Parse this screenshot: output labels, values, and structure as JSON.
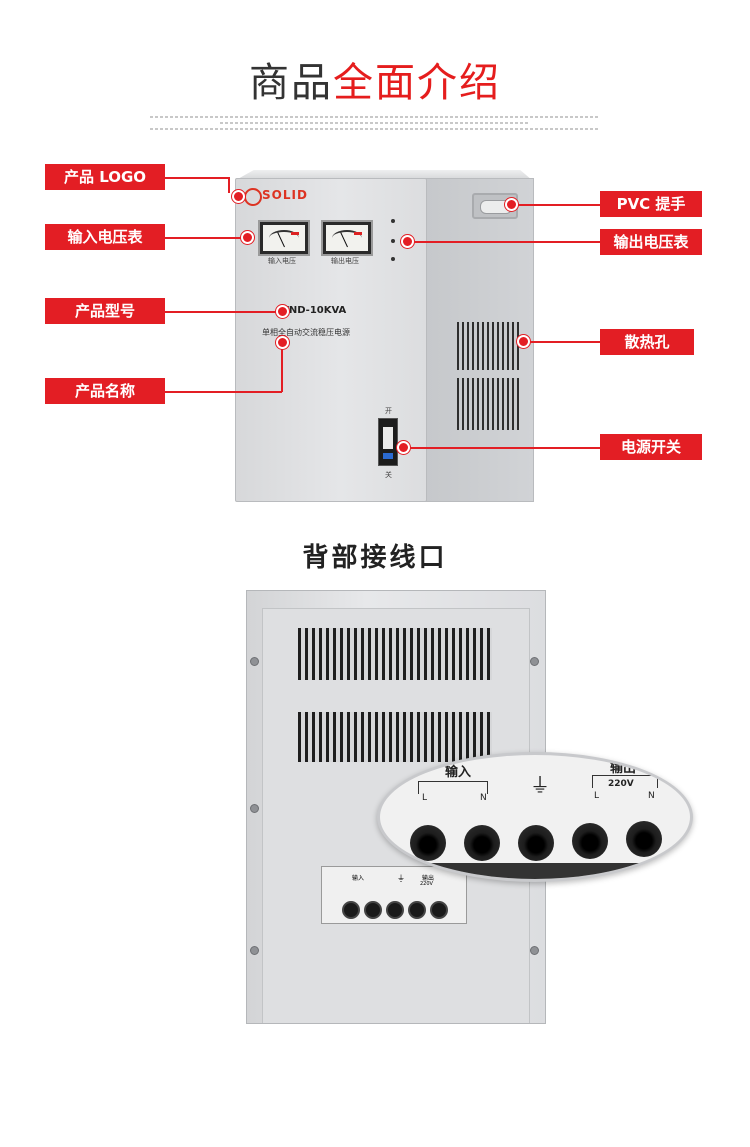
{
  "header": {
    "title_gray": "商品",
    "title_red": "全面介绍"
  },
  "front_labels": {
    "logo": "产品 LOGO",
    "input_meter": "输入电压表",
    "model": "产品型号",
    "name": "产品名称",
    "handle": "PVC 提手",
    "output_meter": "输出电压表",
    "vent": "散热孔",
    "power_switch": "电源开关"
  },
  "device_front": {
    "brand": "SOLID",
    "meter_in_label": "输入电压",
    "meter_out_label": "输出电压",
    "model_text": "TND-10KVA",
    "name_text": "单相全自动交流稳压电源",
    "switch_on": "开",
    "switch_off": "关"
  },
  "section2": {
    "title": "背部接线口"
  },
  "device_back": {
    "input_label": "输入",
    "output_label": "输出",
    "voltage": "220V",
    "l": "L",
    "n": "N",
    "ground_symbol": "⏚"
  },
  "colors": {
    "accent_red": "#e31e24"
  }
}
